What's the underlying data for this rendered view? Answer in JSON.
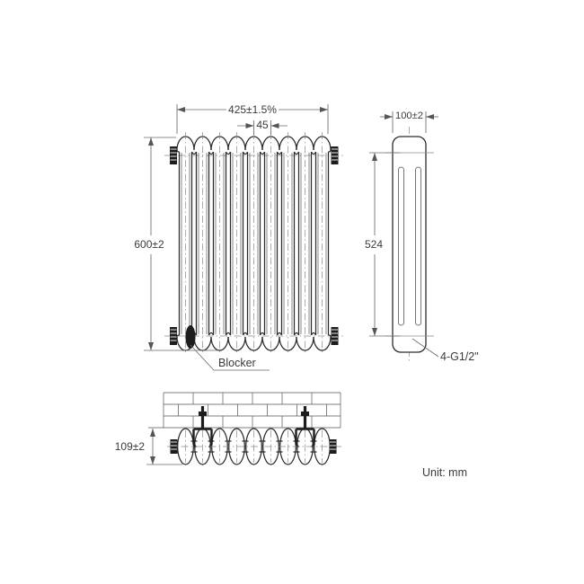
{
  "drawing": {
    "unit_note": "Unit: mm",
    "front_view": {
      "sections": 9,
      "width_dim": "425±1.5%",
      "section_pitch_dim": "45",
      "height_dim": "600±2",
      "blocker_label": "Blocker"
    },
    "side_view": {
      "width_dim": "100±2",
      "tapping_pitch_dim": "524",
      "connection_label": "4-G1/2\""
    },
    "top_view": {
      "sections": 9,
      "depth_dim": "109±2",
      "bracket_positions": [
        1,
        7
      ]
    },
    "colors": {
      "background": "#ffffff",
      "outline": "#2c2c2c",
      "thin_line": "#555555",
      "center_line": "#8a8a8a",
      "dim_line": "#6a6a6a",
      "text": "#3a3a3a",
      "dark_fill": "#1d1d1d"
    }
  }
}
